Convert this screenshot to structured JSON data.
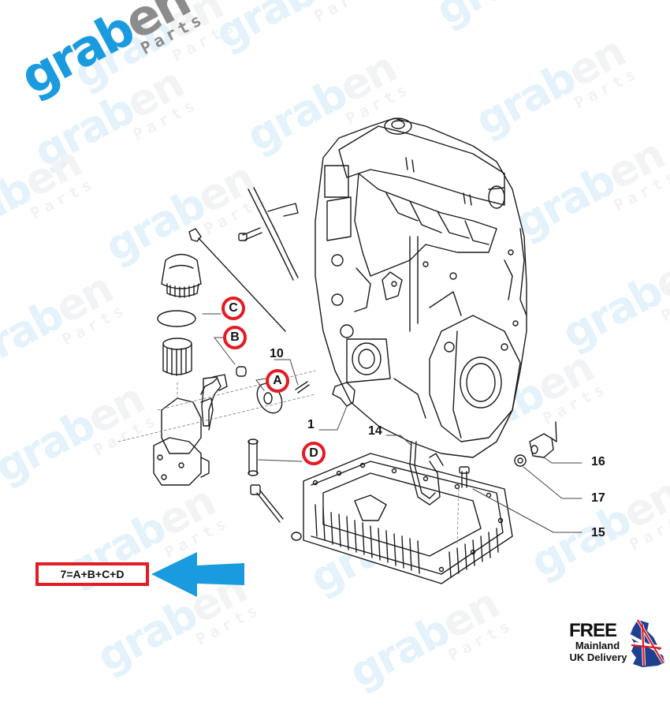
{
  "brand": {
    "name_part1": "grab",
    "name_part2": "en",
    "subtitle": "Parts",
    "primary_color": "#1a9be0",
    "secondary_color": "#8c8c8c"
  },
  "watermark": {
    "name_part1": "grab",
    "name_part2": "en",
    "subtitle": "Parts"
  },
  "diagram": {
    "callouts": [
      {
        "id": "10",
        "label": "10"
      },
      {
        "id": "1",
        "label": "1"
      },
      {
        "id": "14",
        "label": "14"
      },
      {
        "id": "16",
        "label": "16"
      },
      {
        "id": "17",
        "label": "17"
      },
      {
        "id": "15",
        "label": "15"
      }
    ],
    "letter_badges": [
      {
        "id": "C",
        "label": "C"
      },
      {
        "id": "B",
        "label": "B"
      },
      {
        "id": "A",
        "label": "A"
      },
      {
        "id": "D",
        "label": "D"
      }
    ],
    "highlight_color": "#e31b23"
  },
  "kit_formula": {
    "text": "7=A+B+C+D",
    "arrow_color": "#1a9be0"
  },
  "delivery_badge": {
    "line1": "FREE",
    "line2": "Mainland",
    "line3": "UK Delivery"
  }
}
